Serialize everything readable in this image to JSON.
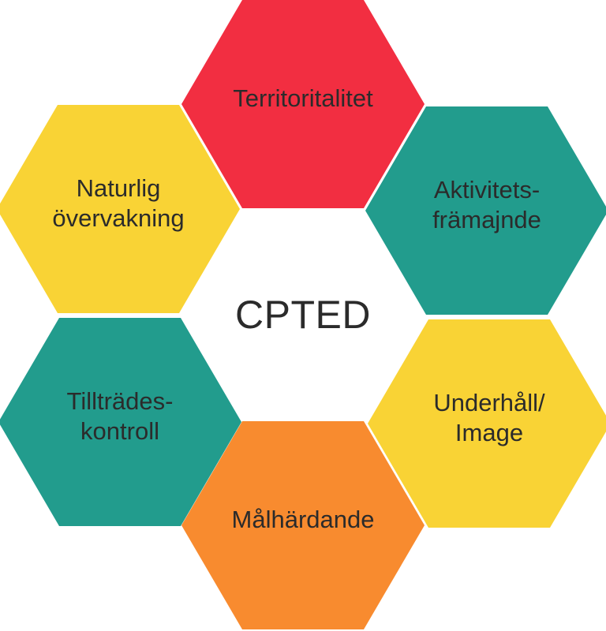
{
  "diagram": {
    "center_label": "CPTED",
    "background_color": "#ffffff",
    "text_color": "#2b2b2b",
    "hexagons": [
      {
        "position": "top",
        "label": "Territoritalitet",
        "color": "#f22e41"
      },
      {
        "position": "top-left",
        "label": "Naturlig\növervakning",
        "color": "#f9d335"
      },
      {
        "position": "top-right",
        "label": "Aktivitets-\nfrämajnde",
        "color": "#229c8d"
      },
      {
        "position": "bottom-left",
        "label": "Tillträdes-\nkontroll",
        "color": "#229c8d"
      },
      {
        "position": "bottom-right",
        "label": "Underhåll/\nImage",
        "color": "#f9d335"
      },
      {
        "position": "bottom",
        "label": "Målhärdande",
        "color": "#f88b2f"
      }
    ]
  }
}
